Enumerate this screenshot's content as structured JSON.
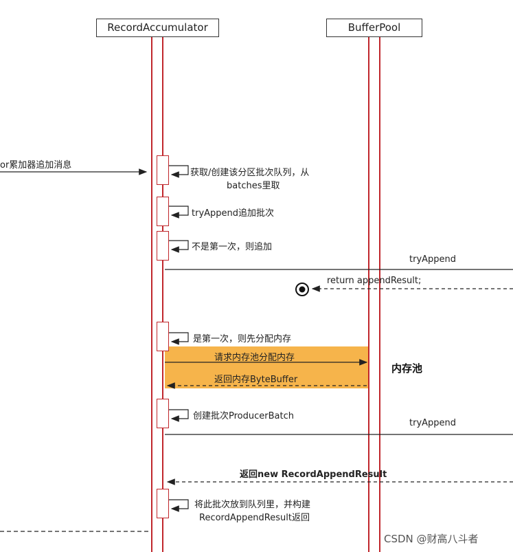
{
  "participants": {
    "record_accumulator": "RecordAccumulator",
    "buffer_pool": "BufferPool"
  },
  "messages": {
    "incoming": "or累加器追加消息",
    "self_get_queue_line1": "获取/创建该分区批次队列，从",
    "self_get_queue_line2": "batches里取",
    "self_try_append": "tryAppend追加批次",
    "self_not_first": "不是第一次，则追加",
    "try_append_1": "tryAppend",
    "return_append_result": "return appendResult;",
    "self_first_alloc": "是第一次，则先分配内存",
    "request_pool_alloc": "请求内存池分配内存",
    "return_bytebuffer": "返回内存ByteBuffer",
    "self_create_batch": "创建批次ProducerBatch",
    "try_append_2": "tryAppend",
    "return_new_result": "返回new RecordAppendResult",
    "self_put_queue_line1": "将此批次放到队列里，并构建",
    "self_put_queue_line2": "RecordAppendResult返回"
  },
  "annotations": {
    "memory_pool": "内存池"
  },
  "watermark": "CSDN @财高八斗者",
  "colors": {
    "lifeline": "#c0262b",
    "highlight": "#f5b041",
    "line": "#222222"
  }
}
